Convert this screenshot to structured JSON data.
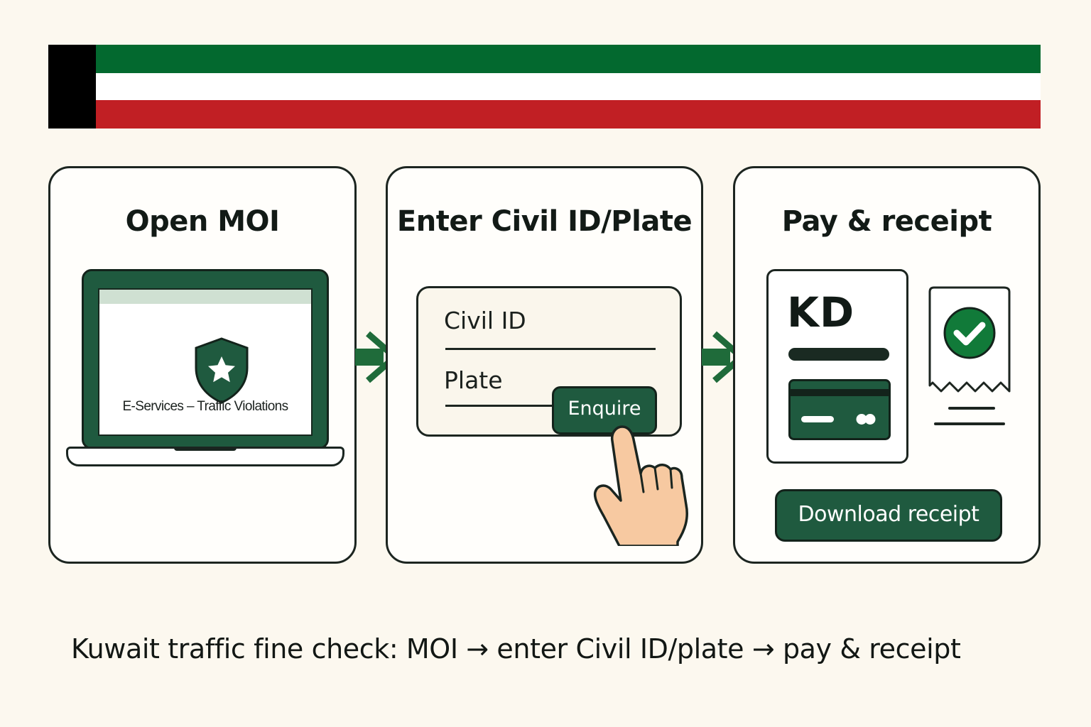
{
  "flag": {
    "name": "kuwait-flag",
    "colors": {
      "green": "#03692f",
      "white": "#ffffff",
      "red": "#c11f24",
      "black": "#000000"
    }
  },
  "colors": {
    "accent": "#1f5a3f",
    "outline": "#1c2520",
    "background": "#fcf8ef",
    "success": "#117a39",
    "skin": "#f7c9a1"
  },
  "steps": [
    {
      "title": "Open MOI",
      "screen_caption": "E-Services – Traffic Violations",
      "icon": "shield-star-icon"
    },
    {
      "title": "Enter Civil ID/Plate",
      "fields": [
        "Civil ID",
        "Plate"
      ],
      "button_label": "Enquire",
      "icon": "pointing-hand-icon"
    },
    {
      "title": "Pay & receipt",
      "currency": "KD",
      "button_label": "Download receipt",
      "icons": [
        "credit-card-icon",
        "receipt-check-icon"
      ]
    }
  ],
  "arrows": [
    "arrow-right-icon",
    "arrow-right-icon"
  ],
  "caption": "Kuwait traffic fine check: MOI → enter Civil ID/plate → pay & receipt"
}
